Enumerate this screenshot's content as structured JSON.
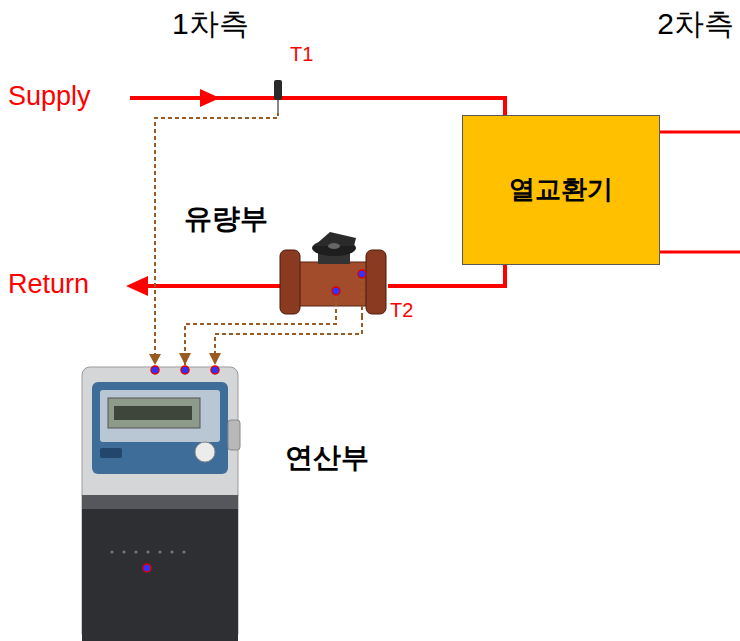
{
  "diagram": {
    "nodes": [
      {
        "text": [
          "열교환기"
        ]
      },
      {
        "text": [
          "유량부"
        ]
      },
      {
        "text": [
          "연산부"
        ]
      }
    ],
    "edges": [
      {
        "from": 0,
        "to": 1,
        "arrow": "none"
      },
      {
        "from": 1,
        "to": 2,
        "arrow": "to"
      },
      {
        "from": 1,
        "to": 2,
        "arrow": "to"
      }
    ],
    "labels": [
      "1차측",
      "2차측",
      "Supply",
      "T1",
      "Return",
      "T2"
    ]
  }
}
